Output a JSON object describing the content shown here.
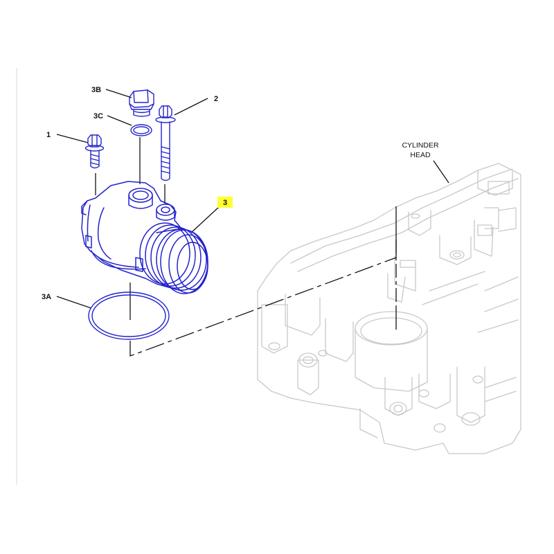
{
  "colors": {
    "part_outline": "#2222cc",
    "background_part": "#c8c8c8",
    "leader": "#111111",
    "highlight": "#ffff33"
  },
  "callouts": {
    "bolt_short": "1",
    "bolt_long": "2",
    "housing": "3",
    "o_ring_large": "3A",
    "plug": "3B",
    "o_ring_small": "3C"
  },
  "cylinder_head": {
    "line1": "CYLINDER",
    "line2": "HEAD"
  }
}
